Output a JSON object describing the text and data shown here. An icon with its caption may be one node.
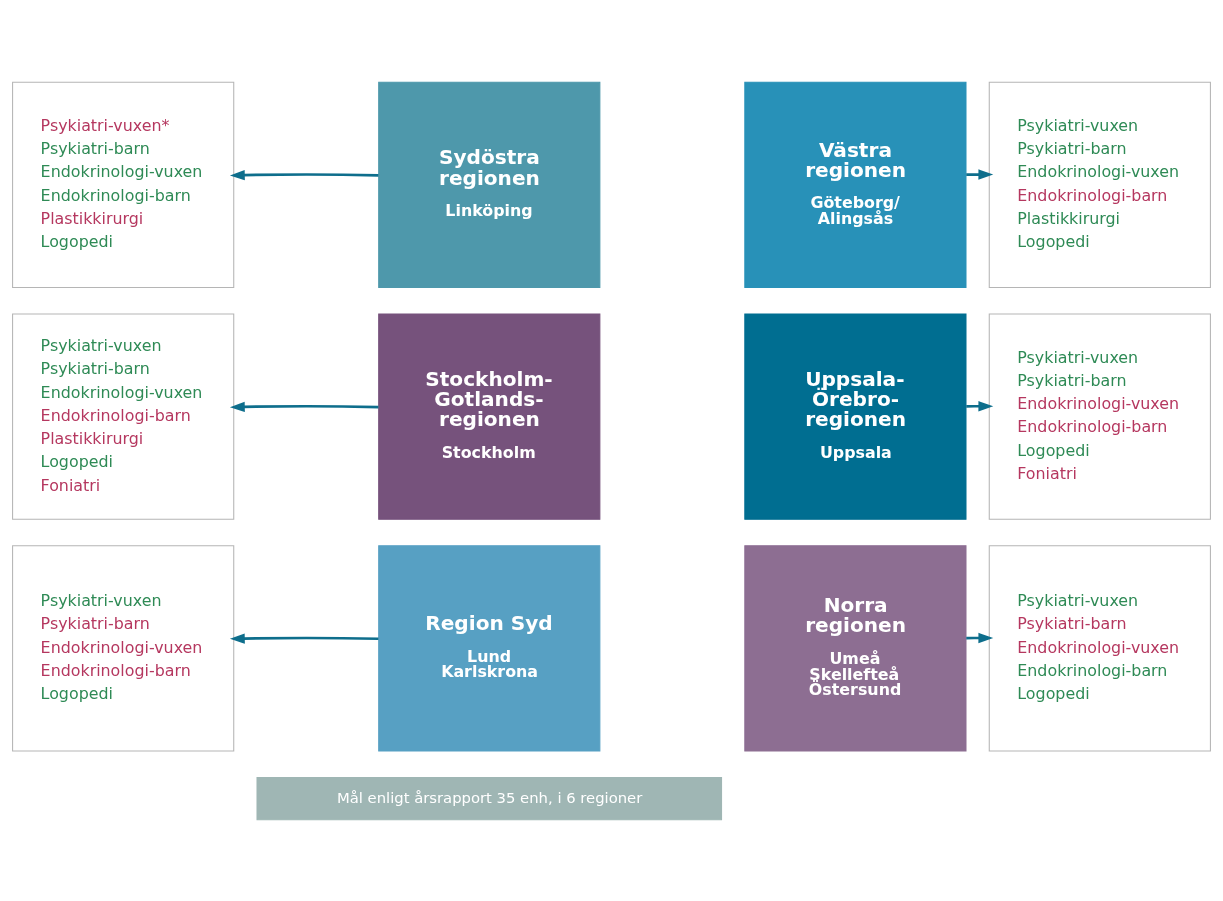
{
  "diagram": {
    "nodes": [
      {
        "text": [
          "Psykiatri-vuxen*",
          "Psykiatri-barn",
          "Endokrinologi-vuxen",
          "Endokrinologi-barn",
          "Plastikkirurgi",
          "Logopedi"
        ]
      },
      {
        "text": [
          "Sydöstra regionen",
          "Linköping"
        ]
      },
      {
        "text": [
          "Västra regionen",
          "Göteborg/Alingsås"
        ]
      },
      {
        "text": [
          "Psykiatri-vuxen",
          "Psykiatri-barn",
          "Endokrinologi-vuxen",
          "Endokrinologi-barn",
          "Plastikkirurgi",
          "Logopedi"
        ]
      },
      {
        "text": [
          "Psykiatri-vuxen",
          "Psykiatri-barn",
          "Endokrinologi-vuxen",
          "Endokrinologi-barn",
          "Plastikkirurgi",
          "Logopedi",
          "Foniatri"
        ]
      },
      {
        "text": [
          "Stockholm-Gotlands-regionen",
          "Stockholm"
        ]
      },
      {
        "text": [
          "Uppsala-Örebro-regionen",
          "Uppsala"
        ]
      },
      {
        "text": [
          "Psykiatri-vuxen",
          "Psykiatri-barn",
          "Endokrinologi-vuxen",
          "Endokrinologi-barn",
          "Logopedi",
          "Foniatri"
        ]
      },
      {
        "text": [
          "Psykiatri-vuxen",
          "Psykiatri-barn",
          "Endokrinologi-vuxen",
          "Endokrinologi-barn",
          "Logopedi"
        ]
      },
      {
        "text": [
          "Region Syd",
          "Lund Karlskrona"
        ]
      },
      {
        "text": [
          "Norra regionen",
          "Umeå Skellefteå Östersund"
        ]
      },
      {
        "text": [
          "Psykiatri-vuxen",
          "Psykiatri-barn",
          "Endokrinologi-vuxen",
          "Endokrinologi-barn",
          "Logopedi"
        ]
      },
      {
        "text": [
          "Mål enligt årsrapport 35 enh, i 6 regioner"
        ]
      }
    ],
    "edges": [
      {
        "from": 1,
        "to": 0,
        "arrow": "to"
      },
      {
        "from": 2,
        "to": 3,
        "arrow": "to"
      },
      {
        "from": 5,
        "to": 4,
        "arrow": "to"
      },
      {
        "from": 6,
        "to": 7,
        "arrow": "to"
      },
      {
        "from": 9,
        "to": 8,
        "arrow": "to"
      },
      {
        "from": 10,
        "to": 11,
        "arrow": "to"
      }
    ]
  }
}
